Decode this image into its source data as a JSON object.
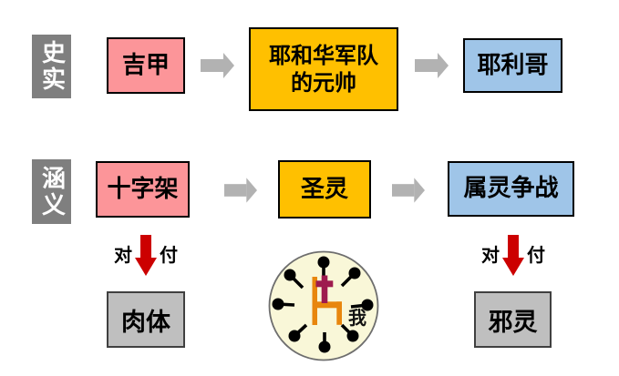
{
  "title": "spiritual-warfare-flow-diagram",
  "colors": {
    "box_pink": "#FC9599",
    "box_gold": "#FFC000",
    "box_blue": "#9FC5E8",
    "label_gray": "#7F7F7F",
    "bottom_box_gray": "#BFBFBF",
    "flow_arrow_gray": "#B2B2B2",
    "deal_arrow_red": "#CC0000",
    "circle_cream": "#F9F7D8",
    "cross_maroon": "#9E1B4F",
    "throne_orange": "#E8860D"
  },
  "history_row": {
    "label": "史实",
    "gilgal": "吉甲",
    "commander_line1": "耶和华军队",
    "commander_line2": "的元帅",
    "jericho": "耶利哥"
  },
  "meaning_row": {
    "label": "涵义",
    "cross": "十字架",
    "holy_spirit": "圣灵",
    "warfare": "属灵争战"
  },
  "deal_with_left": {
    "prefix": "对",
    "suffix": "付"
  },
  "deal_with_right": {
    "prefix": "对",
    "suffix": "付"
  },
  "bottom_row": {
    "flesh": "肉体",
    "evil_spirits": "邪灵"
  },
  "center_circle": {
    "self_label": "我"
  },
  "icons": {
    "flow_arrow": "right-block-arrow-icon",
    "deal_arrow": "down-block-arrow-icon",
    "center_graphic": "cross-on-throne-circle-icon"
  }
}
